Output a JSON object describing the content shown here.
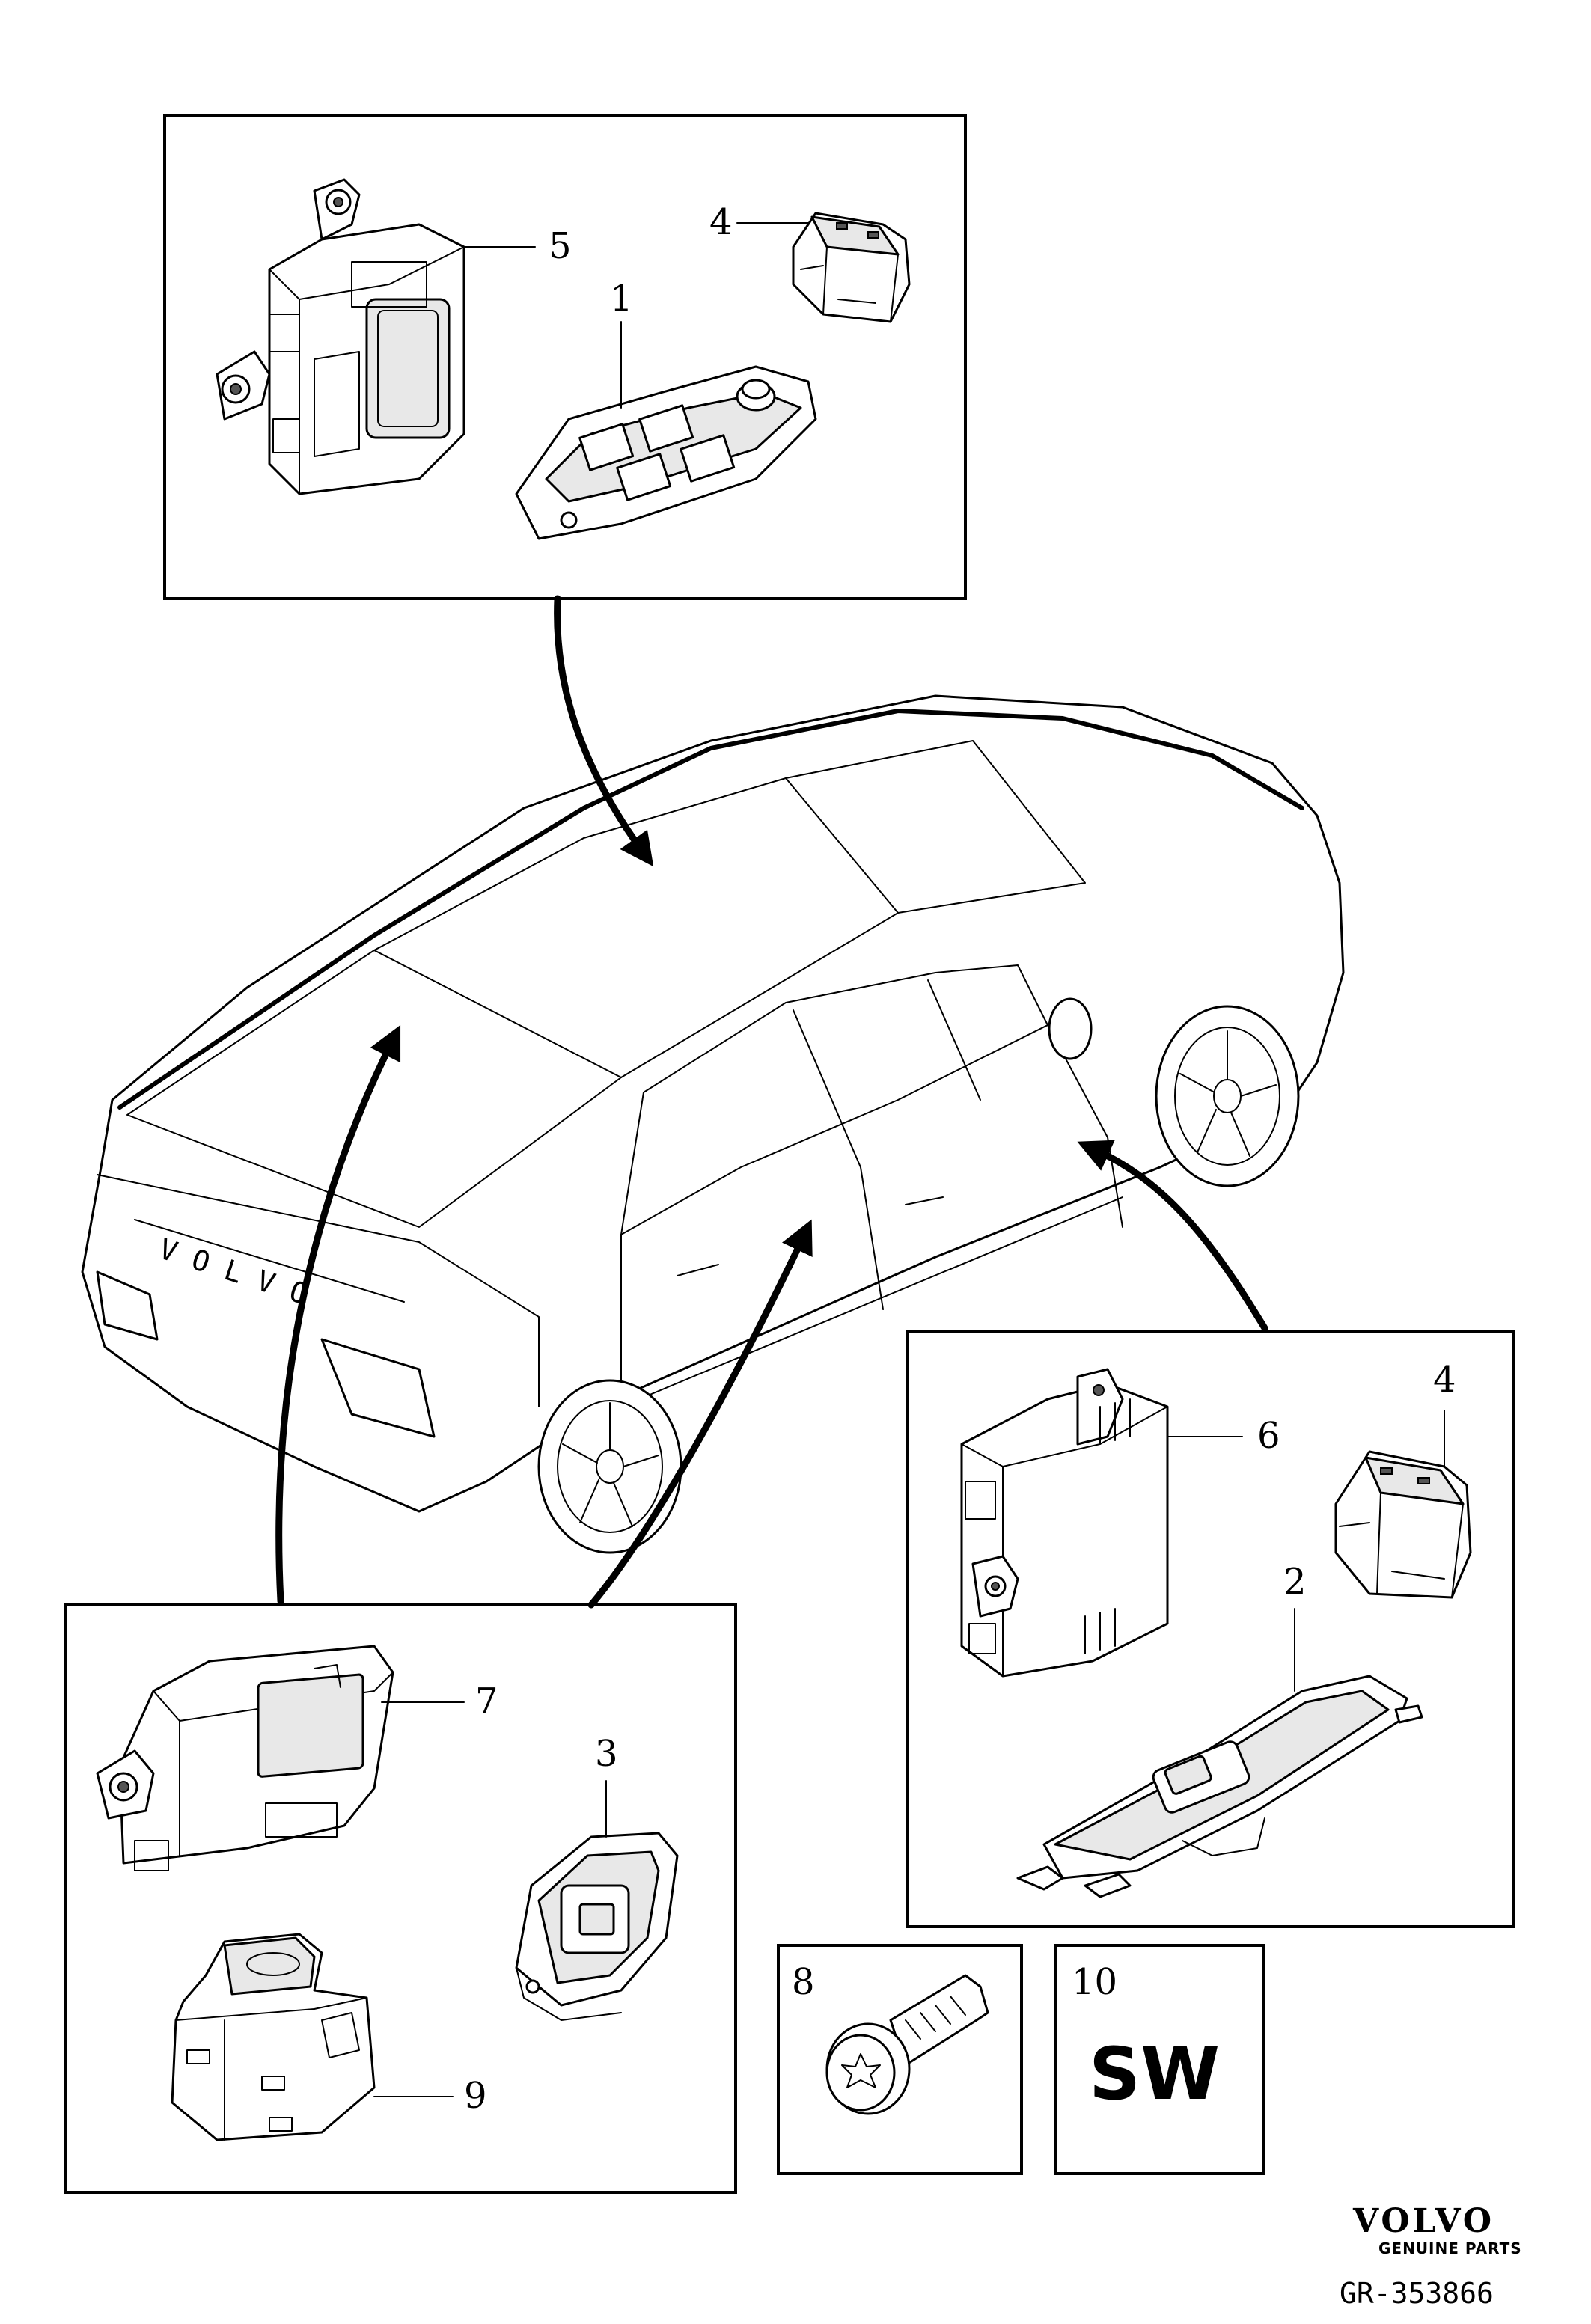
{
  "diagram": {
    "callouts": {
      "item_1": "1",
      "item_2": "2",
      "item_3": "3",
      "item_4_top": "4",
      "item_4_right": "4",
      "item_5": "5",
      "item_6": "6",
      "item_7": "7",
      "item_8": "8",
      "item_9": "9",
      "item_10": "10"
    },
    "sw_label": "SW",
    "brand": {
      "name": "VOLVO",
      "tagline": "GENUINE PARTS"
    },
    "reference": "GR-353866",
    "car_badge": "V O L V O"
  }
}
